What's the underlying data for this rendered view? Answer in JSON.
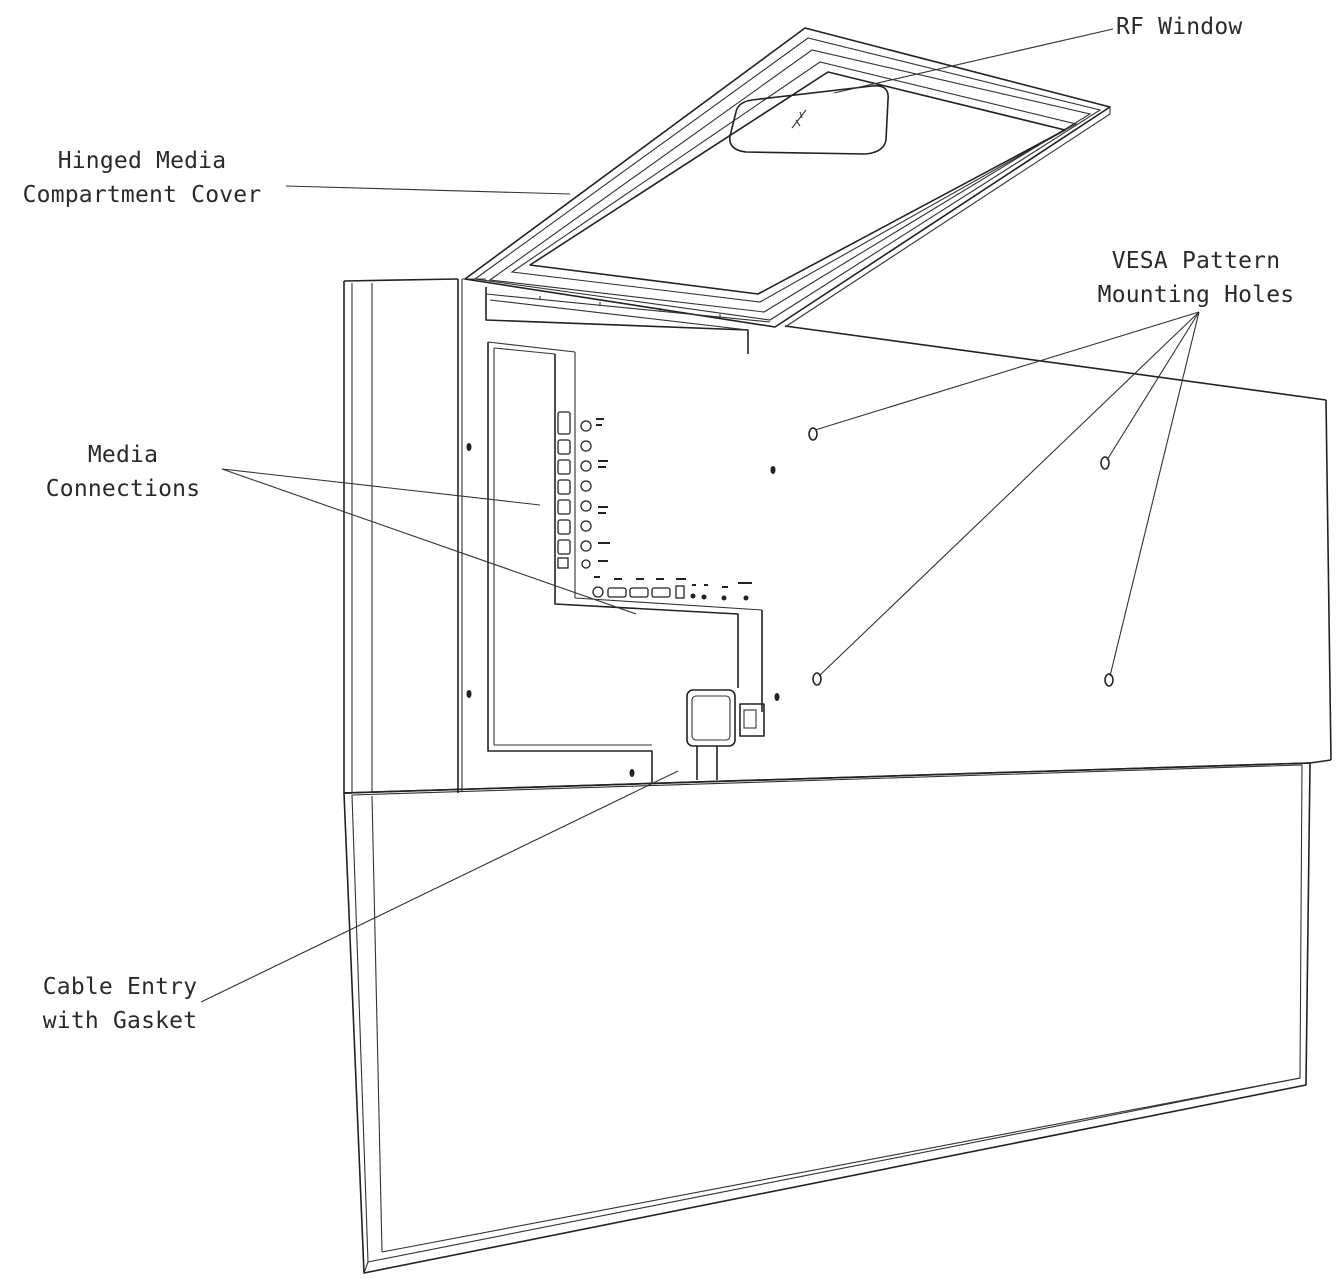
{
  "labels": {
    "rf_window": "RF Window",
    "hinged_cover": [
      "Hinged Media",
      "Compartment Cover"
    ],
    "vesa": [
      "VESA Pattern",
      "Mounting Holes"
    ],
    "media_connections": [
      "Media",
      "Connections"
    ],
    "cable_entry": [
      "Cable Entry",
      "with Gasket"
    ]
  },
  "colors": {
    "line": "#222222",
    "text": "#2a2a2a",
    "background": "#ffffff"
  }
}
